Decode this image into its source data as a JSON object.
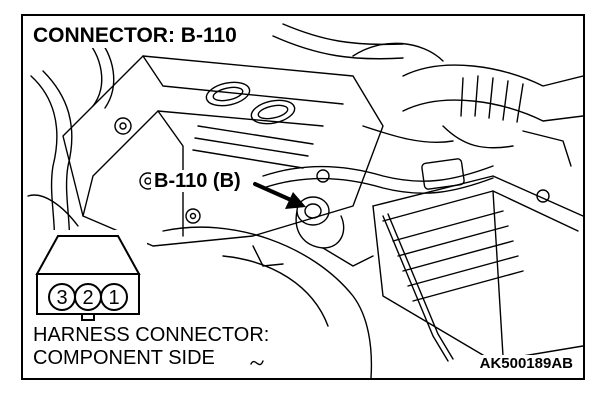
{
  "diagram": {
    "title": "CONNECTOR: B-110",
    "callout": "B-110 (B)",
    "harness_line_1": "HARNESS CONNECTOR:",
    "harness_line_2": "COMPONENT SIDE",
    "figure_code": "AK500189AB",
    "pins": [
      "3",
      "2",
      "1"
    ],
    "ink_color": "#000000",
    "paper_color": "#ffffff"
  }
}
